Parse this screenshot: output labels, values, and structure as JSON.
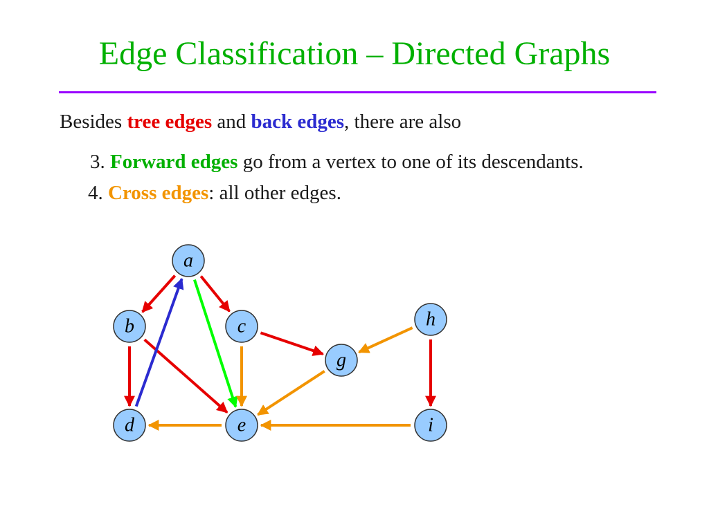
{
  "slide": {
    "title": "Edge Classification – Directed Graphs",
    "line1": {
      "pre": "Besides ",
      "tree": "tree edges",
      "mid": " and ",
      "back": "back edges",
      "post": ", there are also"
    },
    "line2": {
      "num": "3. ",
      "term": "Forward edges",
      "rest": " go from a vertex to one of its descendants."
    },
    "line3": {
      "num": "4. ",
      "term": "Cross edges",
      "rest": ": all other edges."
    }
  },
  "colors": {
    "title": "#00b000",
    "rule": "#9900ff",
    "tree": "#e60000",
    "back": "#2b2bd0",
    "forward": "#00ff00",
    "cross": "#f29400",
    "node_fill": "#99ccff",
    "node_stroke": "#333333"
  },
  "graph": {
    "nodes": [
      {
        "id": "a",
        "label": "a"
      },
      {
        "id": "b",
        "label": "b"
      },
      {
        "id": "c",
        "label": "c"
      },
      {
        "id": "d",
        "label": "d"
      },
      {
        "id": "e",
        "label": "e"
      },
      {
        "id": "g",
        "label": "g"
      },
      {
        "id": "h",
        "label": "h"
      },
      {
        "id": "i",
        "label": "i"
      }
    ],
    "edges": [
      {
        "from": "a",
        "to": "b",
        "kind": "tree"
      },
      {
        "from": "a",
        "to": "c",
        "kind": "tree"
      },
      {
        "from": "b",
        "to": "d",
        "kind": "tree"
      },
      {
        "from": "b",
        "to": "e",
        "kind": "tree"
      },
      {
        "from": "c",
        "to": "g",
        "kind": "tree"
      },
      {
        "from": "h",
        "to": "i",
        "kind": "tree"
      },
      {
        "from": "d",
        "to": "a",
        "kind": "back"
      },
      {
        "from": "a",
        "to": "e",
        "kind": "forward"
      },
      {
        "from": "c",
        "to": "e",
        "kind": "cross"
      },
      {
        "from": "g",
        "to": "e",
        "kind": "cross"
      },
      {
        "from": "e",
        "to": "d",
        "kind": "cross"
      },
      {
        "from": "h",
        "to": "g",
        "kind": "cross"
      },
      {
        "from": "i",
        "to": "e",
        "kind": "cross"
      }
    ]
  }
}
